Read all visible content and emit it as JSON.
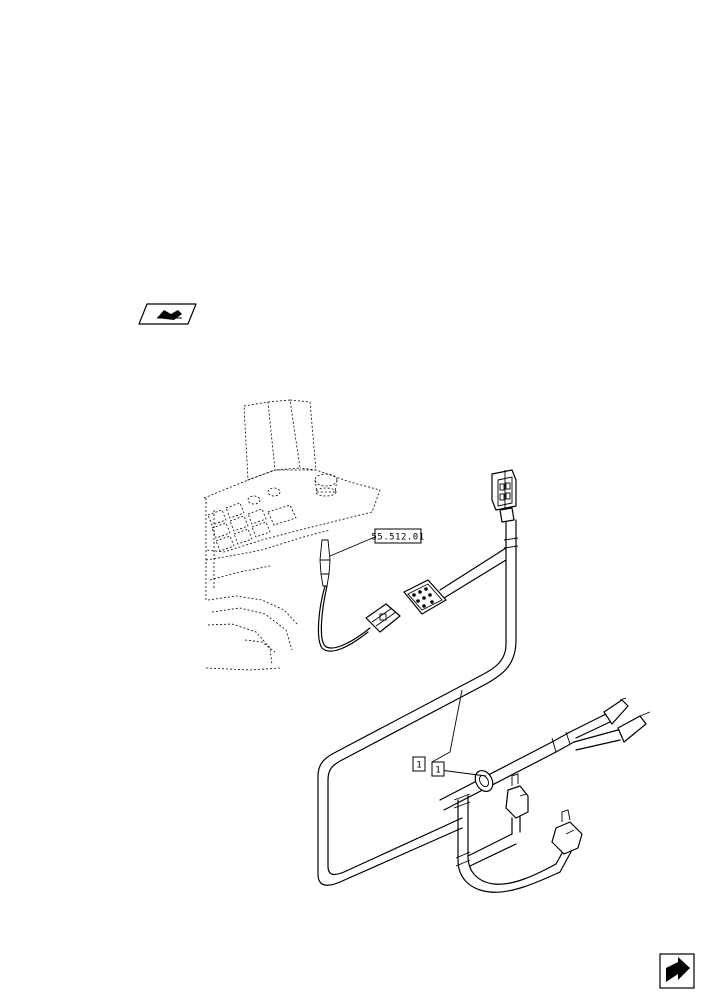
{
  "diagram": {
    "ref_label": "55.512.01",
    "item_labels": [
      "1",
      "1"
    ]
  },
  "icons": {
    "header": "view-direction-icon",
    "footer": "next-page-arrow-icon"
  }
}
